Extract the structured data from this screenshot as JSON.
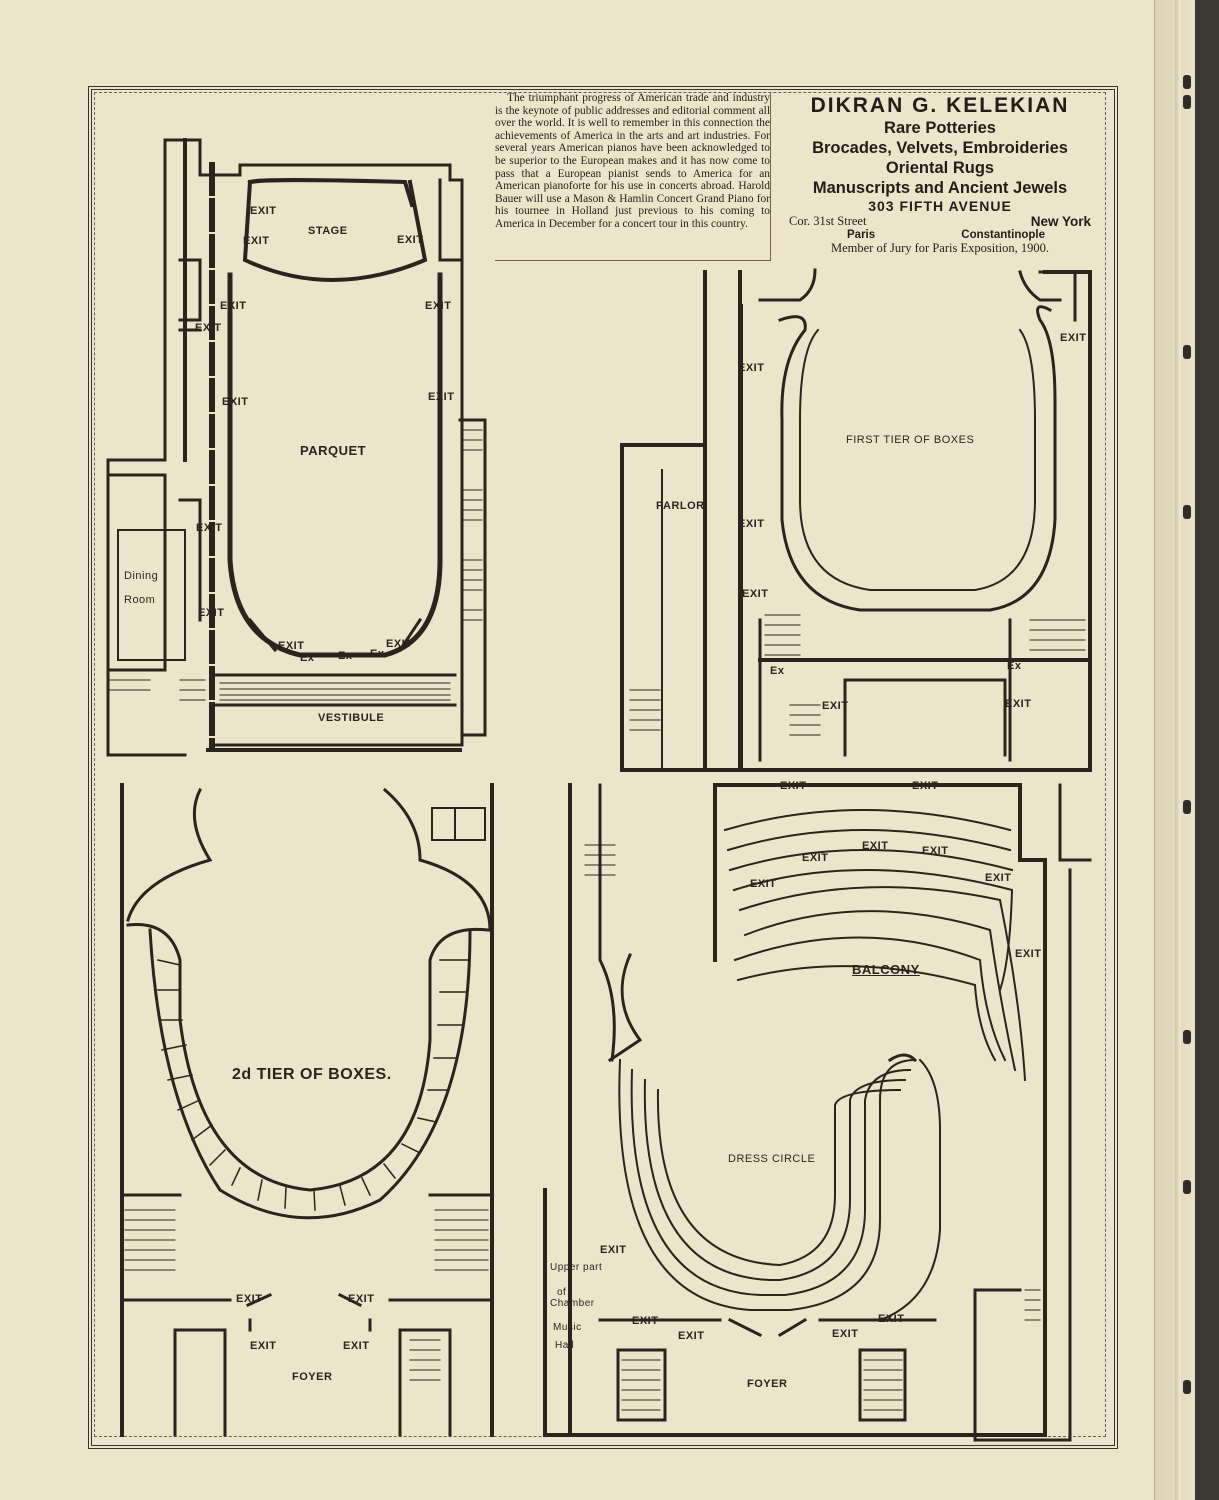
{
  "article": {
    "text": "The triumphant progress of American trade and industry is the keynote of public addresses and editorial comment all over the world. It is well to remember in this connection the achievements of America in the arts and art industries. For several years American pianos have been acknowledged to be superior to the European makes and it has now come to pass that a European pianist sends to America for an American pianoforte for his use in concerts abroad. Harold Bauer will use a Mason & Hamlin Concert Grand Piano for his tournee in Holland just previous to his coming to America in December for a concert tour in this country."
  },
  "ad": {
    "name": "DIKRAN G. KELEKIAN",
    "lines": [
      "Rare Potteries",
      "Brocades, Velvets, Embroideries",
      "Oriental Rugs",
      "Manuscripts and Ancient Jewels"
    ],
    "address": "303 FIFTH AVENUE",
    "street": "Cor. 31st Street",
    "city": "New York",
    "branch1": "Paris",
    "branch2": "Constantinople",
    "jury": "Member of Jury for Paris Exposition, 1900."
  },
  "plans": {
    "parquet": {
      "stage": "STAGE",
      "parquet": "PARQUET",
      "vestibule": "VESTIBULE",
      "dining": "Dining",
      "room": "Room",
      "exit": "EXIT",
      "ex": "Ex"
    },
    "first_tier": {
      "title": "FIRST TIER OF BOXES",
      "parlor": "PARLOR",
      "exit": "EXIT",
      "ex": "Ex"
    },
    "second_tier": {
      "title": "2d TIER OF BOXES.",
      "foyer": "FOYER",
      "exit": "EXIT"
    },
    "balcony": {
      "balcony": "BALCONY",
      "dress_circle": "DRESS CIRCLE",
      "foyer": "FOYER",
      "exit": "EXIT",
      "upper1": "Upper part",
      "upper2": "of",
      "upper3": "Chamber",
      "upper4": "Music",
      "upper5": "Hall"
    }
  }
}
